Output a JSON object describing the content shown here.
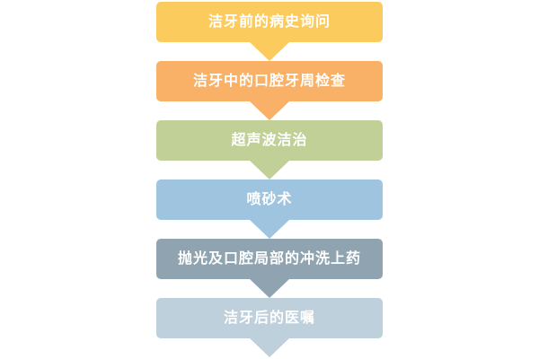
{
  "flowchart": {
    "background": "#FFFFFF",
    "text_color": "#FFFFFF",
    "steps": [
      {
        "label": "洁牙前的病史询问",
        "color": "#FBCB5D"
      },
      {
        "label": "洁牙中的口腔牙周检查",
        "color": "#F8B166"
      },
      {
        "label": "超声波洁治",
        "color": "#C0D097"
      },
      {
        "label": "喷砂术",
        "color": "#9FC4DF"
      },
      {
        "label": "抛光及口腔局部的冲洗上药",
        "color": "#8FA4B0"
      },
      {
        "label": "洁牙后的医嘱",
        "color": "#BDD0DC"
      }
    ]
  }
}
